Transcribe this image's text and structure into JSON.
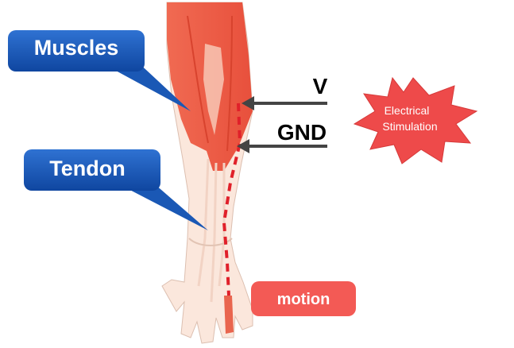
{
  "labels": {
    "muscles": "Muscles",
    "tendon": "Tendon",
    "voltage": "V",
    "ground": "GND",
    "stimulation_line1": "Electrical",
    "stimulation_line2": "Stimulation",
    "motion": "motion"
  },
  "colors": {
    "callout_blue": "#1a58b5",
    "muscle_red": "#ef5a45",
    "skin": "#fbe6da",
    "tendon_dashes": "#e0202a",
    "starburst": "#ee4a4a",
    "motion_badge": "#f35a55",
    "arrow": "#444444"
  },
  "icons": {
    "stimulation": "starburst-icon",
    "electrode_arrow": "arrow-left-icon"
  }
}
